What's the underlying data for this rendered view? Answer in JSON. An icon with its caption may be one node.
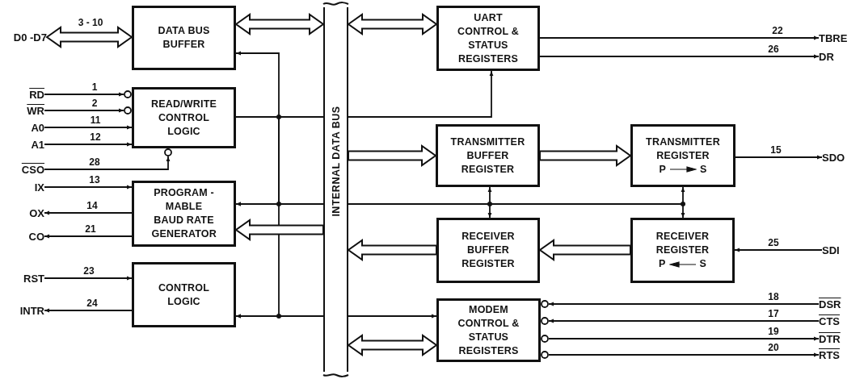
{
  "diagram": {
    "nodes": [
      {
        "text": [
          "DATA BUS BUFFER"
        ]
      },
      {
        "text": [
          "READ/WRITE CONTROL LOGIC"
        ]
      },
      {
        "text": [
          "PROGRAM - MABLE BAUD RATE GENERATOR"
        ]
      },
      {
        "text": [
          "CONTROL LOGIC"
        ]
      },
      {
        "text": [
          "INTERNAL DATA BUS"
        ]
      },
      {
        "text": [
          "UART CONTROL & STATUS REGISTERS"
        ]
      },
      {
        "text": [
          "TRANSMITTER BUFFER REGISTER"
        ]
      },
      {
        "text": [
          "TRANSMITTER REGISTER",
          "P",
          "S"
        ]
      },
      {
        "text": [
          "RECEIVER BUFFER REGISTER"
        ]
      },
      {
        "text": [
          "RECEIVER REGISTER",
          "P",
          "S"
        ]
      },
      {
        "text": [
          "MODEM CONTROL & STATUS REGISTERS"
        ]
      },
      {
        "text": [
          "D0 -D7"
        ]
      },
      {
        "text": [
          "RD"
        ]
      },
      {
        "text": [
          "WR"
        ]
      },
      {
        "text": [
          "A0"
        ]
      },
      {
        "text": [
          "A1"
        ]
      },
      {
        "text": [
          "CSO"
        ]
      },
      {
        "text": [
          "IX"
        ]
      },
      {
        "text": [
          "OX"
        ]
      },
      {
        "text": [
          "CO"
        ]
      },
      {
        "text": [
          "RST"
        ]
      },
      {
        "text": [
          "INTR"
        ]
      },
      {
        "text": [
          "TBRE"
        ]
      },
      {
        "text": [
          "DR"
        ]
      },
      {
        "text": [
          "SDO"
        ]
      },
      {
        "text": [
          "SDI"
        ]
      },
      {
        "text": [
          "DSR"
        ]
      },
      {
        "text": [
          "CTS"
        ]
      },
      {
        "text": [
          "DTR"
        ]
      },
      {
        "text": [
          "RTS"
        ]
      }
    ],
    "edges": [
      {
        "from": 11,
        "to": 0,
        "arrow": "both",
        "label": "3 - 10",
        "style": "thick"
      },
      {
        "from": 12,
        "to": 1,
        "arrow": "to",
        "label": "1"
      },
      {
        "from": 13,
        "to": 1,
        "arrow": "to",
        "label": "2"
      },
      {
        "from": 14,
        "to": 1,
        "arrow": "to",
        "label": "11"
      },
      {
        "from": 15,
        "to": 1,
        "arrow": "to",
        "label": "12"
      },
      {
        "from": 16,
        "to": 1,
        "arrow": "to",
        "label": "28"
      },
      {
        "from": 17,
        "to": 2,
        "arrow": "to",
        "label": "13"
      },
      {
        "from": 2,
        "to": 18,
        "arrow": "to",
        "label": "14"
      },
      {
        "from": 2,
        "to": 19,
        "arrow": "to",
        "label": "21"
      },
      {
        "from": 20,
        "to": 3,
        "arrow": "to",
        "label": "23"
      },
      {
        "from": 3,
        "to": 21,
        "arrow": "to",
        "label": "24"
      },
      {
        "from": 5,
        "to": 22,
        "arrow": "to",
        "label": "22"
      },
      {
        "from": 5,
        "to": 23,
        "arrow": "to",
        "label": "26"
      },
      {
        "from": 7,
        "to": 24,
        "arrow": "to",
        "label": "15"
      },
      {
        "from": 25,
        "to": 9,
        "arrow": "to",
        "label": "25"
      },
      {
        "from": 26,
        "to": 10,
        "arrow": "to",
        "label": "18"
      },
      {
        "from": 27,
        "to": 10,
        "arrow": "to",
        "label": "17"
      },
      {
        "from": 10,
        "to": 28,
        "arrow": "to",
        "label": "19"
      },
      {
        "from": 10,
        "to": 29,
        "arrow": "to",
        "label": "20"
      },
      {
        "from": 0,
        "to": 4,
        "arrow": "both",
        "style": "thick"
      },
      {
        "from": 4,
        "to": 5,
        "arrow": "both",
        "style": "thick"
      },
      {
        "from": 4,
        "to": 6,
        "arrow": "to",
        "style": "thick"
      },
      {
        "from": 6,
        "to": 7,
        "arrow": "to",
        "style": "thick"
      },
      {
        "from": 9,
        "to": 8,
        "arrow": "to",
        "style": "thick"
      },
      {
        "from": 8,
        "to": 4,
        "arrow": "to",
        "style": "thick"
      },
      {
        "from": 4,
        "to": 2,
        "arrow": "to",
        "style": "thick"
      },
      {
        "from": 4,
        "to": 10,
        "arrow": "both",
        "style": "thick"
      },
      {
        "from": 1,
        "to": 0,
        "arrow": "to"
      },
      {
        "from": 1,
        "to": 2,
        "arrow": "to"
      },
      {
        "from": 1,
        "to": 3,
        "arrow": "to"
      },
      {
        "from": 1,
        "to": 4,
        "arrow": "none"
      },
      {
        "from": 4,
        "to": 2,
        "arrow": "to"
      },
      {
        "from": 4,
        "to": 3,
        "arrow": "to"
      },
      {
        "from": 4,
        "to": 5,
        "arrow": "to"
      },
      {
        "from": 4,
        "to": 10,
        "arrow": "to"
      },
      {
        "from": 4,
        "to": 6,
        "arrow": "to"
      },
      {
        "from": 4,
        "to": 8,
        "arrow": "to"
      },
      {
        "from": 4,
        "to": 7,
        "arrow": "to"
      },
      {
        "from": 4,
        "to": 9,
        "arrow": "to"
      }
    ]
  }
}
